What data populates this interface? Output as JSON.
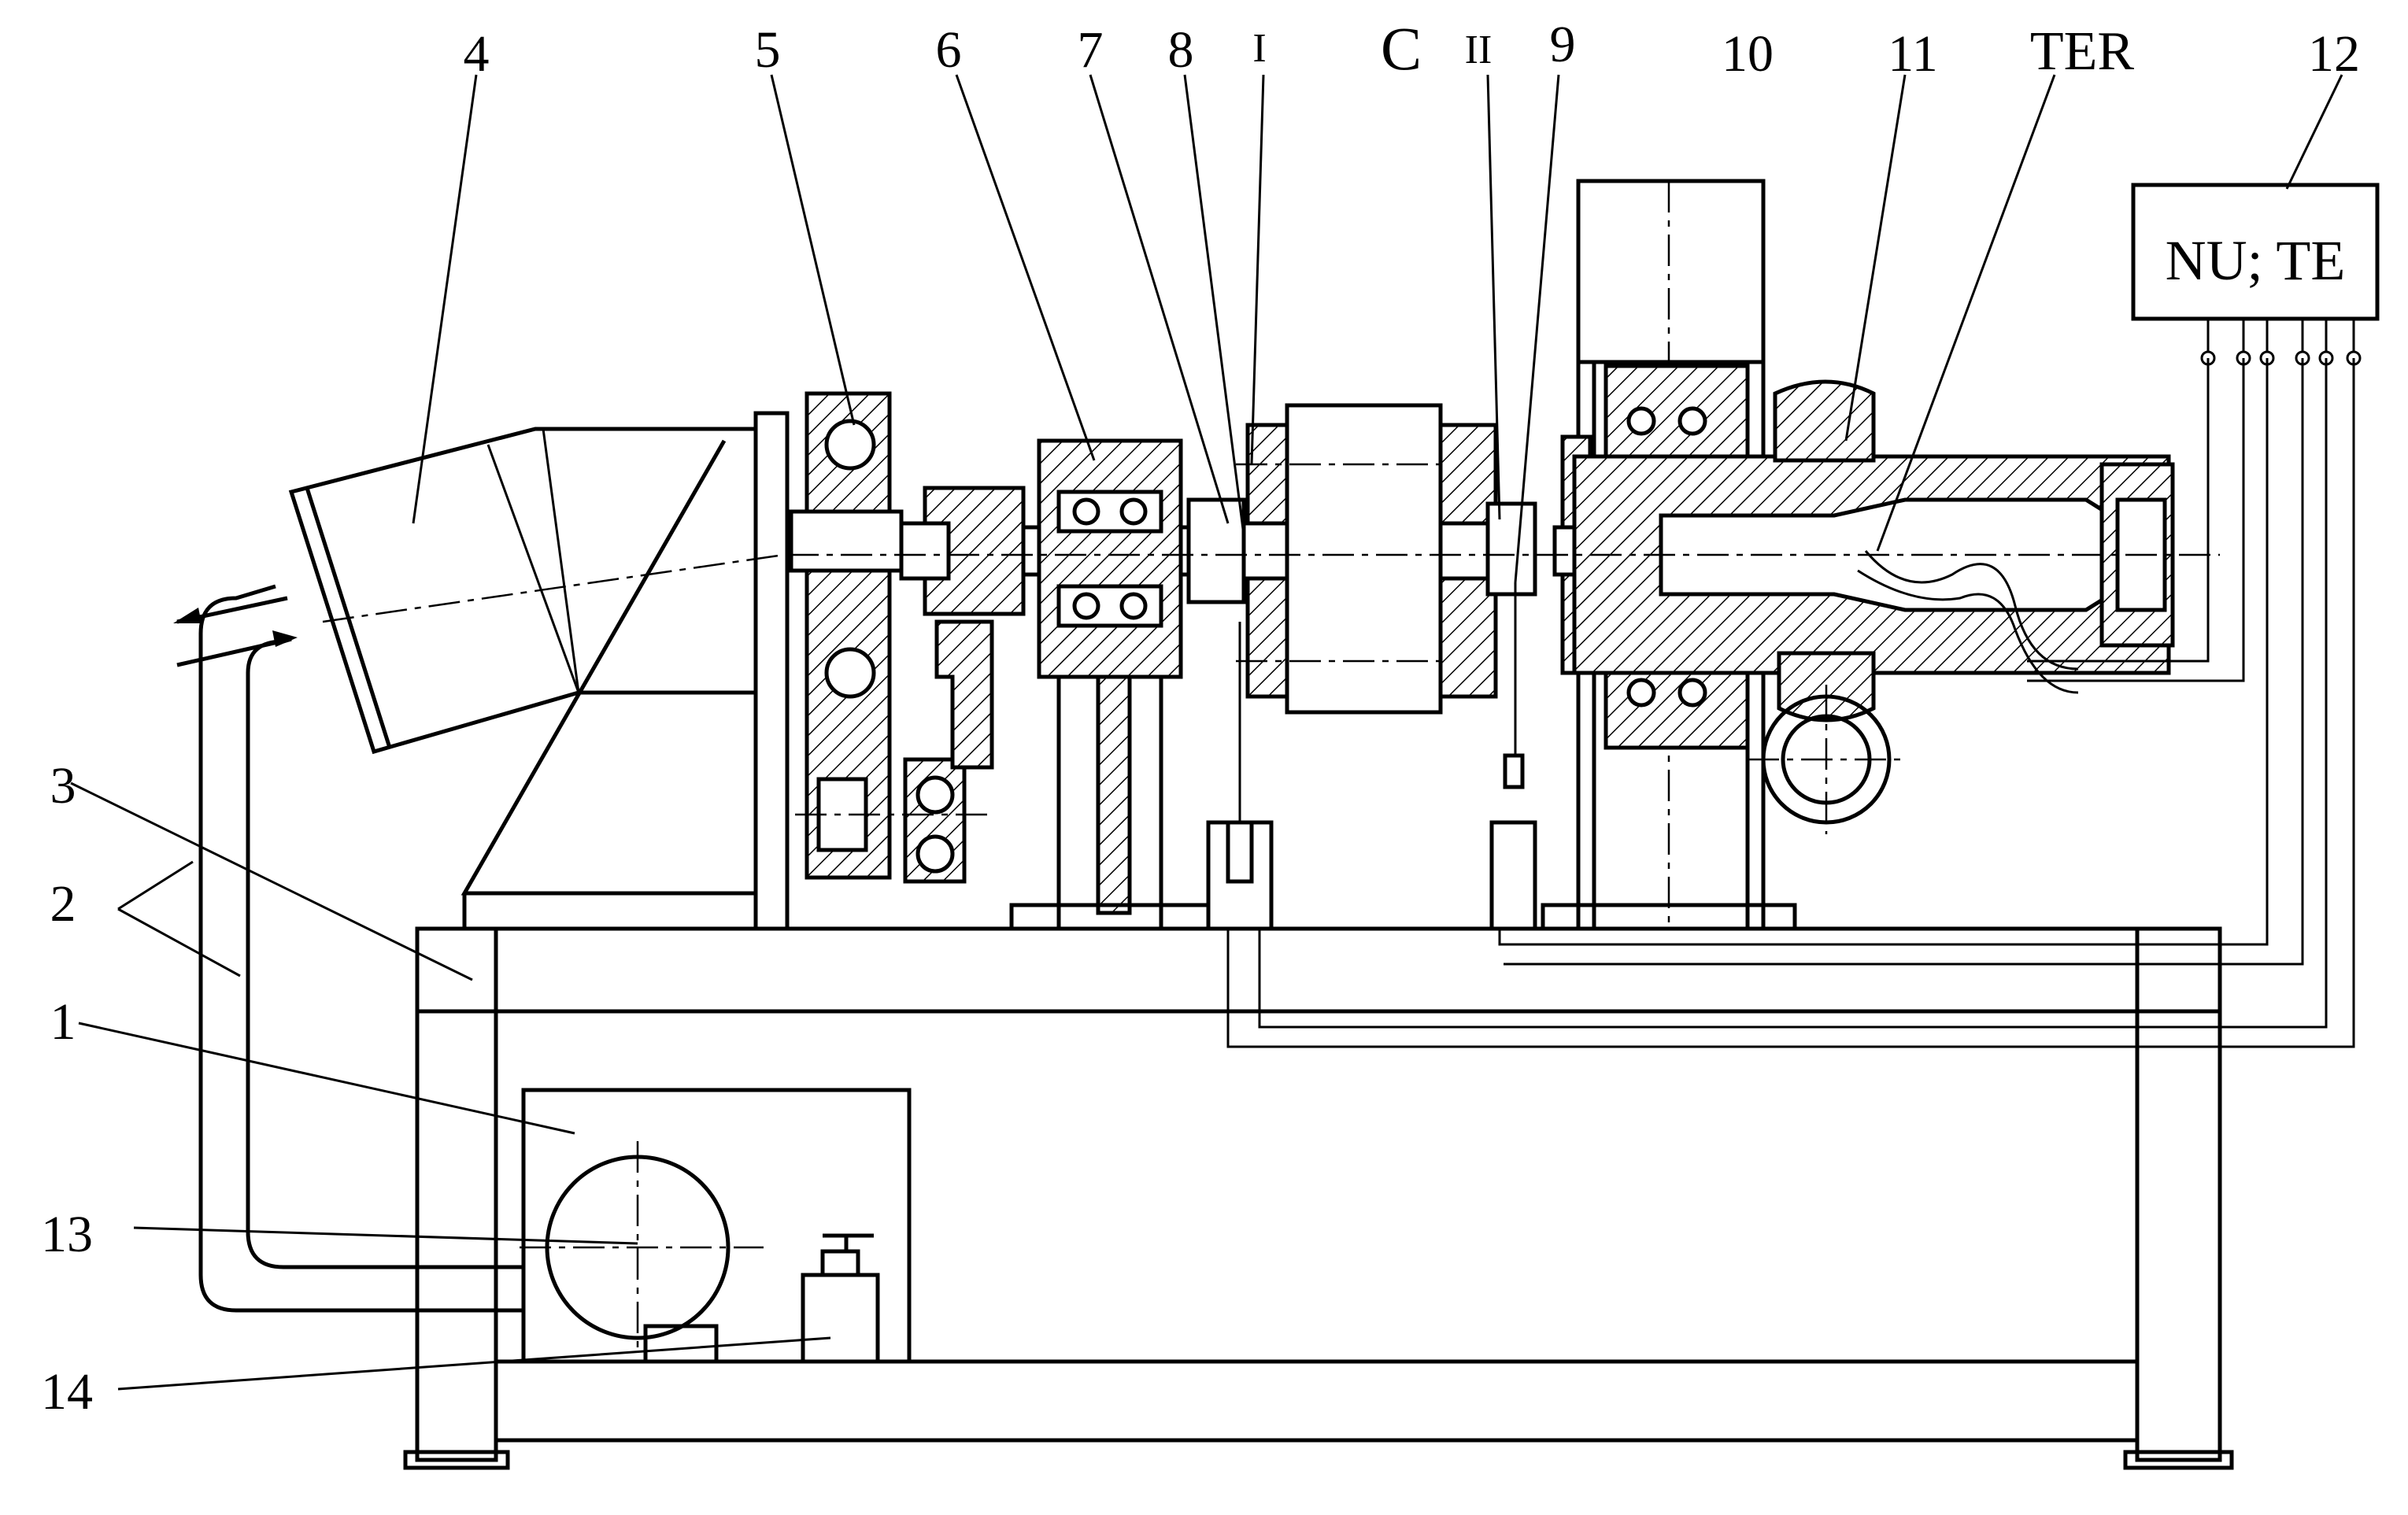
{
  "labels": {
    "l1": "1",
    "l2": "2",
    "l3": "3",
    "l4": "4",
    "l5": "5",
    "l6": "6",
    "l7": "7",
    "l8": "8",
    "l9": "9",
    "l10": "10",
    "l11": "11",
    "l12": "12",
    "l13": "13",
    "l14": "14",
    "lI": "I",
    "lII": "II",
    "lC": "C",
    "lTER": "TER"
  },
  "controller_box": {
    "text": "NU; TE"
  }
}
